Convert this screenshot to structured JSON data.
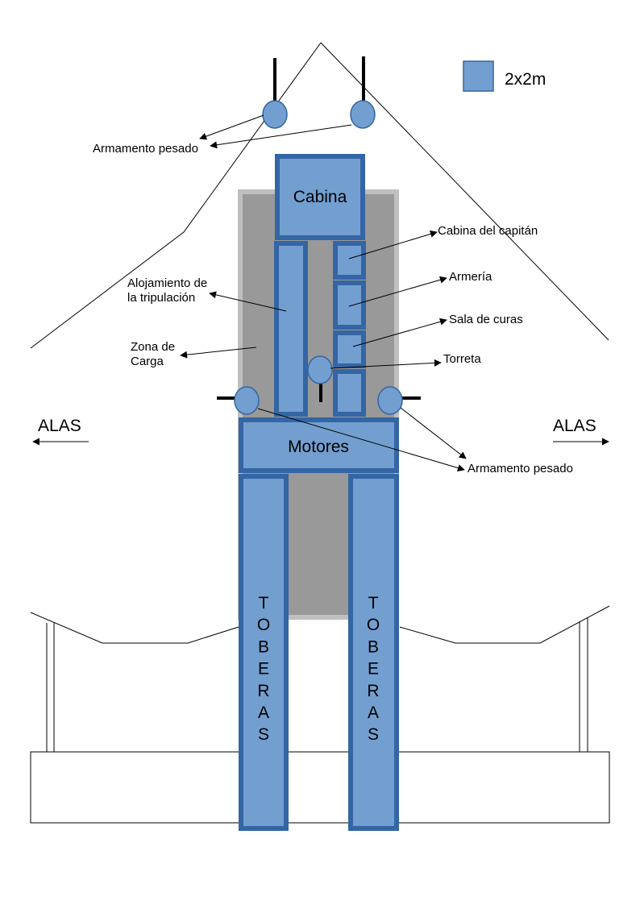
{
  "legend": {
    "swatch_color": "#729fcf",
    "label": "2x2m"
  },
  "colors": {
    "module_fill": "#729fcf",
    "module_stroke": "#3465a4",
    "cargo_fill": "#999999",
    "cargo_border": "#bfbfbf"
  },
  "labels": {
    "cabina": "Cabina",
    "motores": "Motores",
    "toberas_left": "TOBERAS",
    "toberas_right": "TOBERAS",
    "armamento_pesado_top": "Armamento pesado",
    "armamento_pesado_bottom": "Armamento pesado",
    "cabina_capitan": "Cabina del capitán",
    "armeria": "Armería",
    "sala_curas": "Sala de curas",
    "torreta": "Torreta",
    "alojamiento_line1": "Alojamiento de",
    "alojamiento_line2": "la tripulación",
    "zona_carga_line1": "Zona de",
    "zona_carga_line2": "Carga",
    "alas_left": "ALAS",
    "alas_right": "ALAS"
  }
}
